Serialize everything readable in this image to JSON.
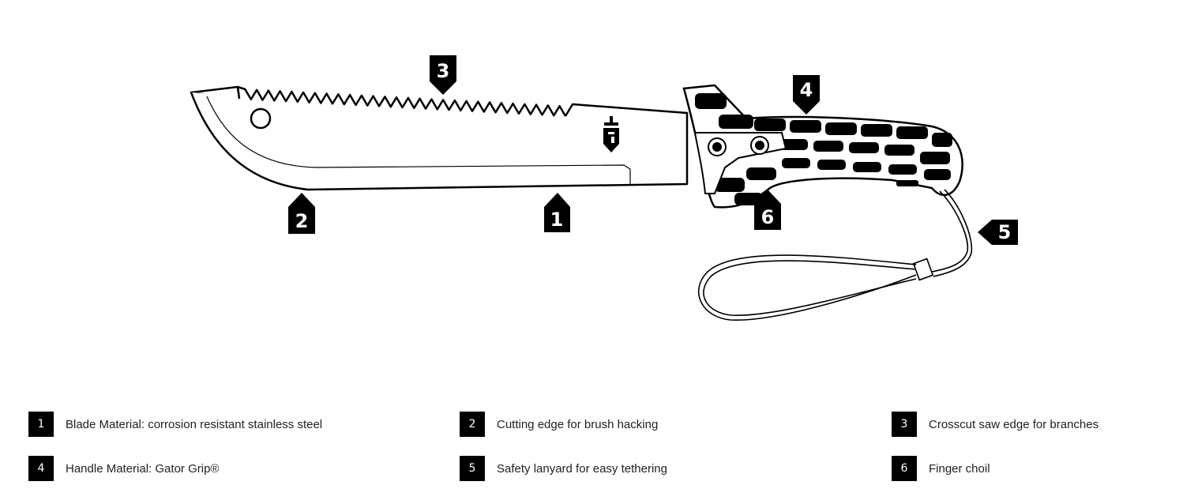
{
  "callouts": [
    {
      "id": "1",
      "target": "blade"
    },
    {
      "id": "2",
      "target": "cutting-edge"
    },
    {
      "id": "3",
      "target": "saw-edge"
    },
    {
      "id": "4",
      "target": "handle"
    },
    {
      "id": "5",
      "target": "lanyard"
    },
    {
      "id": "6",
      "target": "finger-choil"
    }
  ],
  "features": [
    {
      "number": "1",
      "text": "Blade Material: corrosion resistant stainless steel"
    },
    {
      "number": "2",
      "text": "Cutting edge for brush hacking"
    },
    {
      "number": "3",
      "text": "Crosscut saw edge for branches"
    },
    {
      "number": "4",
      "text": "Handle Material: Gator Grip®"
    },
    {
      "number": "5",
      "text": "Safety lanyard for easy tethering"
    },
    {
      "number": "6",
      "text": "Finger choil"
    }
  ],
  "colors": {
    "ink": "#000000",
    "text": "#222222",
    "background": "#ffffff"
  },
  "icons": [
    "gerber-logo-icon"
  ]
}
